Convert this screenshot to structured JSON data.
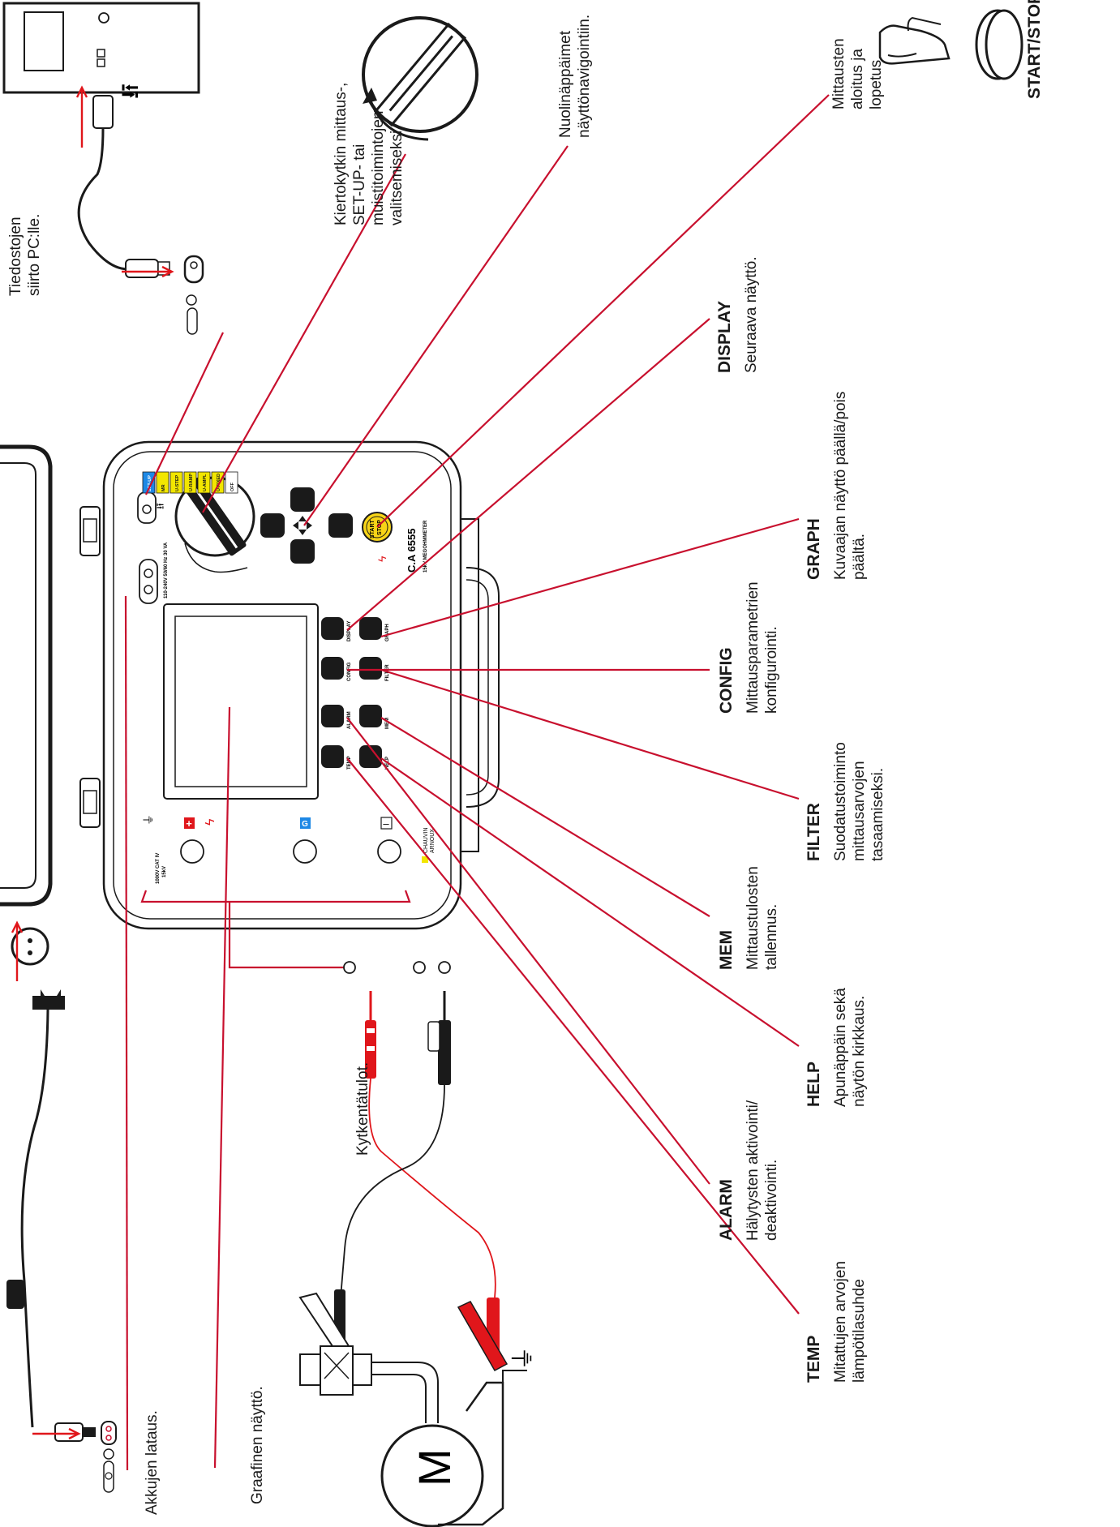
{
  "device": {
    "model": "C.A 6555",
    "subtitle": "15kV MEGOHMMETER",
    "brand_line1": "CHAUVIN",
    "brand_line2": "ARNOUX",
    "charger_label": "110-240V 50/60 Hz 30 VA",
    "cat_label": "1000V CAT IV",
    "cat_label2": "15kV",
    "switch_positions": [
      "SET-UP",
      "MR",
      "U-STEP",
      "U-RAMP",
      "U-AMPL",
      "U-FIXED",
      "OFF"
    ],
    "keys": {
      "display": "DISPLAY",
      "graph": "GRAPH",
      "config": "CONFIG",
      "filter": "FILTER",
      "alarm": "ALARM",
      "mem": "MEM",
      "temp": "TEMP",
      "help": "HELP"
    },
    "start_stop": [
      "START",
      "STOP"
    ],
    "terminals": [
      "+",
      "G",
      "–"
    ]
  },
  "labels": {
    "usb": "Tiedostojen siirto PC:lle.",
    "switch": "Kiertokytkin mittaus-, SET-UP- tai muistitoimintojen valitsemiseksi.",
    "arrows": "Nuolinäppäimet näyttönavigointiin.",
    "start": "Mittausten aloitus ja lopetus.",
    "start_icon": "START/STOP",
    "charging": "Akkujen lataus.",
    "graphic": "Graafinen näyttö.",
    "inputs": "Kytkentätulot.",
    "motor": "M"
  },
  "functions": [
    {
      "name": "DISPLAY",
      "text": "Seuraava näyttö."
    },
    {
      "name": "GRAPH",
      "text": "Kuvaajan näyttö päällä/pois päältä."
    },
    {
      "name": "CONFIG",
      "text": "Mittausparametrien konfigurointi."
    },
    {
      "name": "FILTER",
      "text": "Suodatustoiminto mittausarvojen tasaamiseksi."
    },
    {
      "name": "MEM",
      "text": "Mittaustulosten tallennus."
    },
    {
      "name": "HELP",
      "text": "Apunäppäin sekä näytön kirkkaus."
    },
    {
      "name": "ALARM",
      "text": "Hälytysten aktivointi/ deaktivointi."
    },
    {
      "name": "TEMP",
      "text": "Mitattujen arvojen lämpötilasuhde"
    }
  ],
  "colors": {
    "lead": "#c8102e",
    "arrow": "#e0161b",
    "key": "#1a1a1a",
    "switch_yellow": "#f2e600",
    "switch_blue": "#1e88e5",
    "start_yellow": "#f7d417"
  }
}
